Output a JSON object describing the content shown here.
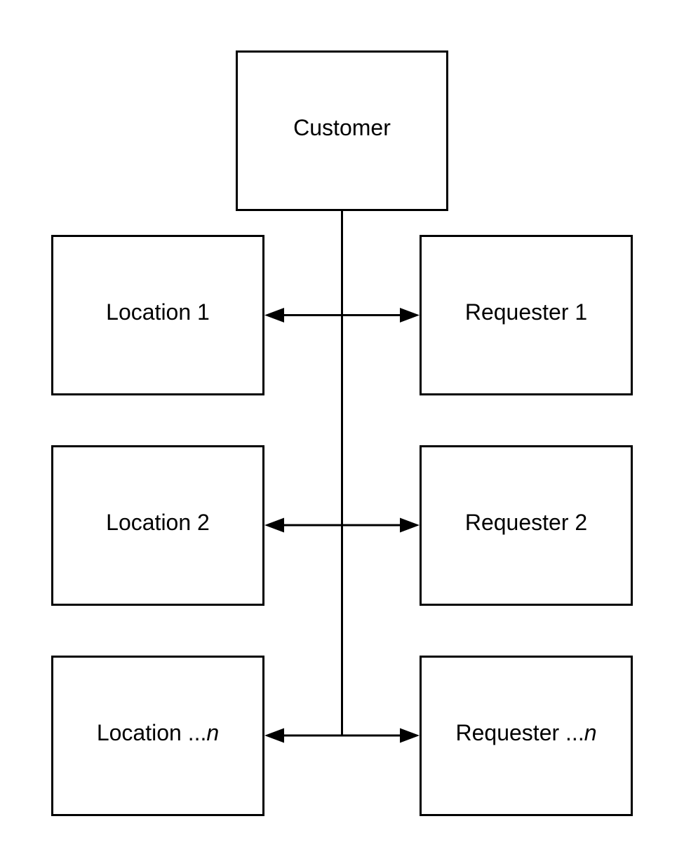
{
  "diagram": {
    "customer": {
      "label": "Customer"
    },
    "locations": [
      {
        "label": "Location 1",
        "suffix": ""
      },
      {
        "label": "Location 2",
        "suffix": ""
      },
      {
        "label": "Location ...",
        "suffix": "n"
      }
    ],
    "requesters": [
      {
        "label": "Requester 1",
        "suffix": ""
      },
      {
        "label": "Requester 2",
        "suffix": ""
      },
      {
        "label": "Requester ...",
        "suffix": "n"
      }
    ],
    "colors": {
      "stroke": "#000000",
      "fill": "#ffffff"
    }
  }
}
